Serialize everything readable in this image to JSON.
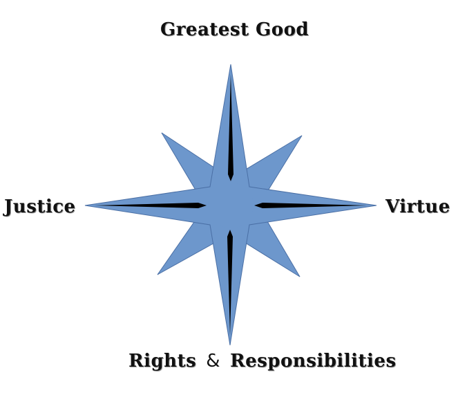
{
  "labels": {
    "top": "Greatest Good",
    "left": "Justice",
    "right": "Virtue",
    "bottom_part1": "Rights",
    "bottom_amp": "&",
    "bottom_part2": "Responsibilities"
  },
  "colors": {
    "star_fill": "#6d97cc",
    "star_stroke": "#4a6fa5",
    "center_line": "#000000",
    "text": "#111111"
  }
}
